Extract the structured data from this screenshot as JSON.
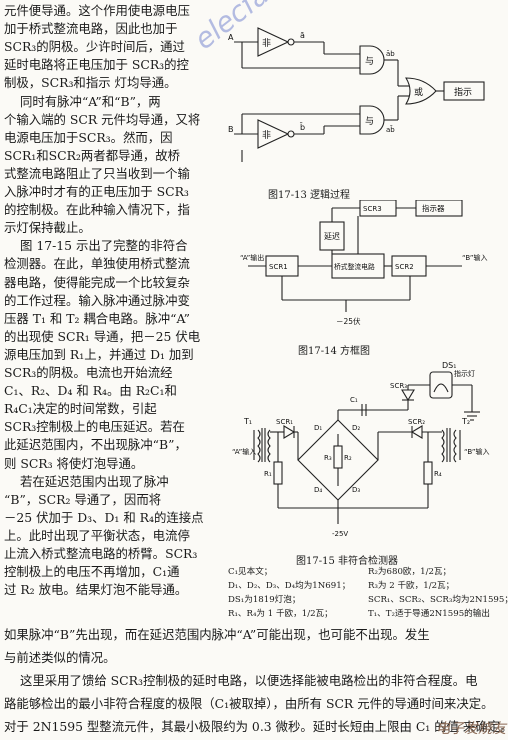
{
  "left_column": [
    "元件便导通。这个作用使电源电压",
    "加于桥式整流电路，因此也加于",
    "SCR₃的阴极。少许时间后，通过",
    "延时电路将正电压加于 SCR₃的控",
    "制极，SCR₃和指示 灯均导通。",
    "同时有脉冲“A”和“B”，两",
    "个输入端的 SCR 元件均导通，又将",
    "电源电压加于SCR₃。然而，因",
    "SCR₁和SCR₂两者都导通，故桥",
    "式整流电路阻止了只当收到一个输",
    "入脉冲时才有的正电压加于 SCR₃",
    "的控制极。在此种输入情况下，指",
    "示灯保持截止。",
    "图 17-15 示出了完整的非符合",
    "检测器。在此，单独使用桥式整流",
    "器电路，使得能完成一个比较复杂",
    "的工作过程。输入脉冲通过脉冲变",
    "压器 T₁ 和 T₂ 耦合电路。脉冲“A”",
    "的出现使 SCR₁ 导通，把－25 伏电",
    "源电压加到 R₁上，并通过 D₁ 加到",
    "SCR₃的阴极。电流也开始流经",
    "C₁、R₂、D₄ 和 R₄。由 R₂C₁和",
    "R₄C₁决定的时间常数，引起",
    "SCR₃控制极上的电压延迟。若在",
    "此延迟范围内，不出现脉冲“B”，",
    "则 SCR₃ 将使灯泡导通。",
    "若在延迟范围内出现了脉冲",
    "“B”，SCR₂ 导通了，因而将",
    "－25 伏加于 D₃、D₁ 和 R₄的连接点",
    "上。此时出现了平衡状态，电流停",
    "止流入桥式整流电路的桥臂。SCR₃",
    "控制极上的电压不再增加，C₁通",
    "过 R₂ 放电。结果灯泡不能导通。"
  ],
  "full_lines": [
    "如果脉冲“B”先出现，而在延迟范围内脉冲“A”可能出现，也可能不出现。发生",
    "与前述类似的情况。",
    "这里采用了馈给 SCR₃控制极的延时电路，以便选择能被电路检出的非符合程度。电",
    "路能够检出的最小非符合程度的极限（C₁被取掉），由所有 SCR 元件的导通时间来决定。",
    "对于 2N1595 型整流元件，其最小极限约为 0.3 微秒。延时长短由上限由 C₁ 的值 来确定。"
  ],
  "fig13": {
    "caption": "图17-13  逻辑过程",
    "not_label": "非",
    "and_label": "与",
    "or_label": "或",
    "indicator": "指示",
    "in_a": "A",
    "in_b": "B",
    "out_a_bar": "ā",
    "out_b_bar": "b̄",
    "and_out_1": "āb",
    "and_out_2": "ab̄"
  },
  "fig14": {
    "caption": "图17-14  方框图",
    "scr1": "SCR1",
    "scr2": "SCR2",
    "scr3": "SCR3",
    "indicator": "指示器",
    "delay": "延迟",
    "bridge": "桥式整流电路",
    "in_a": "“A”输出",
    "in_b": "“B”输入",
    "supply": "－25伏"
  },
  "fig15": {
    "caption": "图17-15  非符合检测器",
    "ds1": "DS₁",
    "lamp": "指示灯",
    "scr3": "SCR₃",
    "scr1": "SCR₁",
    "scr2": "SCR₂",
    "t1": "T₁",
    "t2": "T₂",
    "in_a": "“A”输入",
    "in_b": "“B”输入",
    "c1": "C₁",
    "d1": "D₁",
    "d2": "D₂",
    "d3": "D₃",
    "d4": "D₄",
    "r1": "R₁",
    "r2": "R₂",
    "r3": "R₃",
    "r4": "R₄",
    "supply": "-25V"
  },
  "fig15_notes": {
    "left": [
      "C₁见本文；",
      "D₁、D₂、D₃、D₄均为1N691；",
      "DS₁为1819灯泡；",
      "R₁、R₄为 1 千欧，1/2瓦；"
    ],
    "right": [
      "R₂为680欧，1/2瓦；",
      "R₃为 2 千欧，1/2瓦；",
      "SCR₁、SCR₂、SCR₃均为2N1595；",
      "T₁、T₂适于导通2N1595的输出"
    ]
  },
  "watermark": "elecfans.com",
  "logo": "电子发烧友"
}
